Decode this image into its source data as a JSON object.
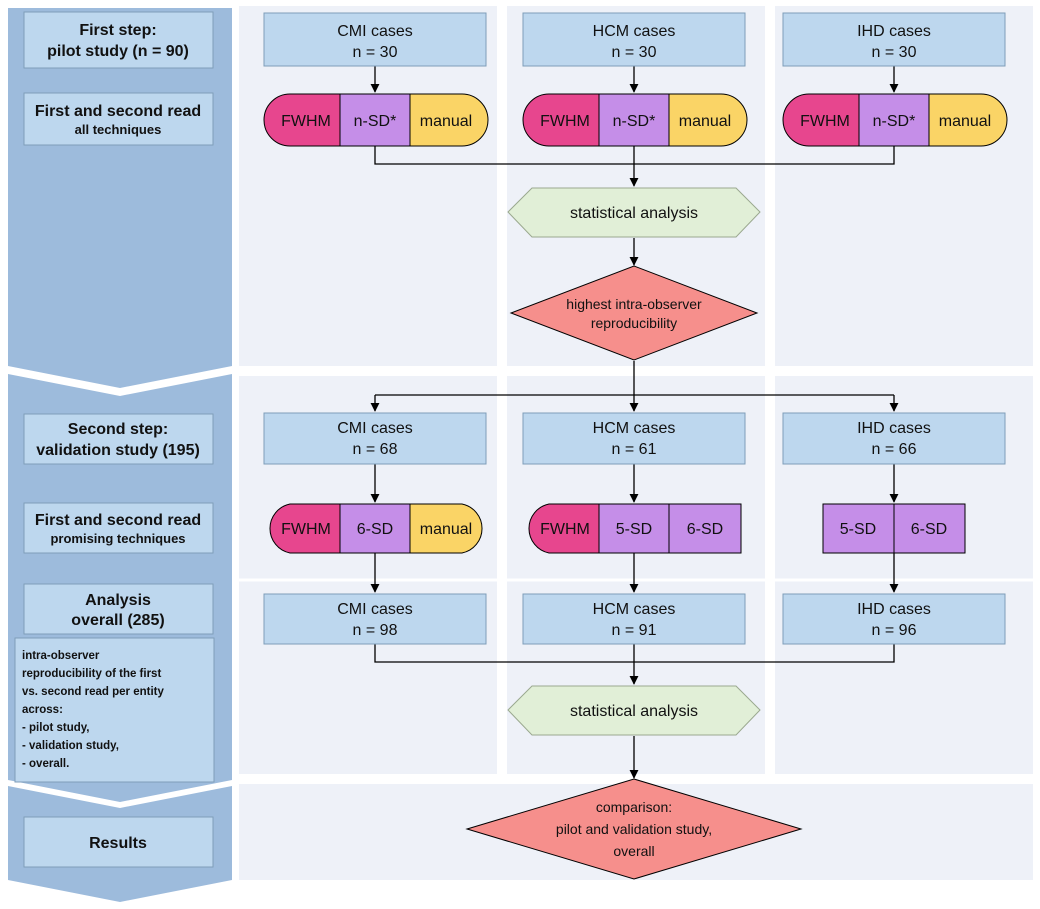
{
  "sidebar": {
    "step1_title": [
      "First step:",
      "pilot study (n = 90)"
    ],
    "step1_read_title": "First and second read",
    "step1_read_sub": "all techniques",
    "step2_title": [
      "Second step:",
      "validation study (195)"
    ],
    "step2_read_title": "First and second read",
    "step2_read_sub": "promising techniques",
    "analysis_title": [
      "Analysis",
      "overall (285)"
    ],
    "analysis_desc": [
      "intra-observer",
      "reproducibility of the first",
      "vs. second read per entity",
      "across:",
      "- pilot study,",
      "- validation study,",
      "- overall."
    ],
    "results_title": "Results"
  },
  "pilot": {
    "cases": [
      {
        "name": "CMI cases",
        "n": "n = 30"
      },
      {
        "name": "HCM cases",
        "n": "n = 30"
      },
      {
        "name": "IHD cases",
        "n": "n = 30"
      }
    ],
    "techniques": [
      "FWHM",
      "n-SD*",
      "manual"
    ],
    "analysis": "statistical analysis",
    "decision": [
      "highest intra-observer",
      "reproducibility"
    ]
  },
  "validation": {
    "cases": [
      {
        "name": "CMI cases",
        "n": "n = 68"
      },
      {
        "name": "HCM cases",
        "n": "n = 61"
      },
      {
        "name": "IHD cases",
        "n": "n = 66"
      }
    ],
    "cmi_techniques": [
      "FWHM",
      "6-SD",
      "manual"
    ],
    "hcm_techniques": [
      "FWHM",
      "5-SD",
      "6-SD"
    ],
    "ihd_techniques": [
      "5-SD",
      "6-SD"
    ]
  },
  "overall": {
    "cases": [
      {
        "name": "CMI cases",
        "n": "n = 98"
      },
      {
        "name": "HCM cases",
        "n": "n = 91"
      },
      {
        "name": "IHD cases",
        "n": "n = 96"
      }
    ],
    "analysis": "statistical analysis",
    "comparison": [
      "comparison:",
      "pilot and validation study,",
      "overall"
    ]
  },
  "colors": {
    "box_fill": "#bdd7ee",
    "panel_fill": "#eef1f8",
    "chevron_fill": "#9dbbdc",
    "fwhm": "#e7468e",
    "sd": "#c58ee8",
    "manual": "#fad466",
    "analysis_hex": "#e1efd7",
    "decision": "#f68f8c"
  }
}
